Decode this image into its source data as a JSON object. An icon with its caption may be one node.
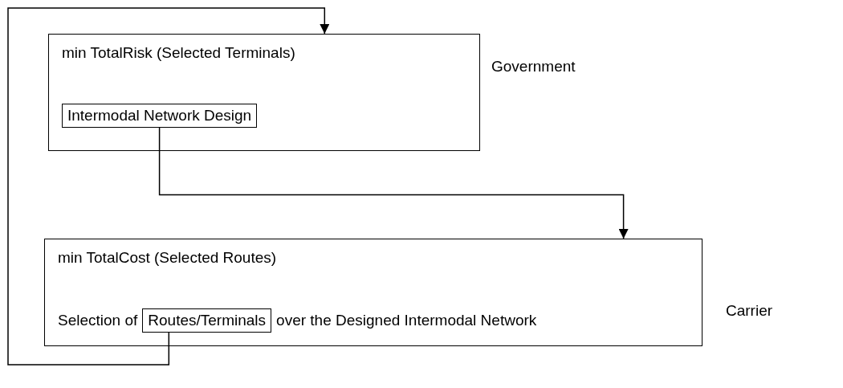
{
  "diagram": {
    "nodes": [
      {
        "text": [
          "min TotalRisk (Selected Terminals)"
        ],
        "beside": [
          "Government"
        ]
      },
      {
        "text": [
          "Intermodal Network Design"
        ],
        "in": 0
      },
      {
        "text": [
          "min TotalCost (Selected Routes)",
          "Selection of",
          "over the Designed Intermodal Network"
        ],
        "beside": [
          "Carrier"
        ]
      },
      {
        "text": [
          "Routes/Terminals"
        ],
        "in": 2
      }
    ],
    "edges": [
      {
        "from": 1,
        "to": 2,
        "arrow": "to"
      },
      {
        "from": 3,
        "to": 0,
        "arrow": "to"
      }
    ]
  }
}
